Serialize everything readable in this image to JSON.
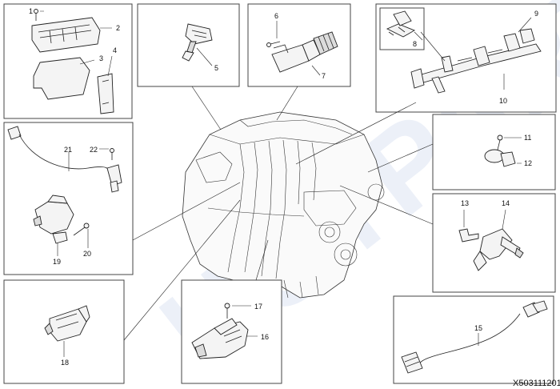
{
  "figure_id": "X503111201",
  "watermark": "HOTPARTS",
  "callouts": {
    "n1": "1",
    "n2": "2",
    "n3": "3",
    "n4": "4",
    "n5": "5",
    "n6": "6",
    "n7": "7",
    "n8": "8",
    "n9": "9",
    "n10": "10",
    "n11": "11",
    "n12": "12",
    "n13": "13",
    "n14": "14",
    "n15": "15",
    "n16": "16",
    "n17": "17",
    "n18": "18",
    "n19": "19",
    "n20": "20",
    "n21": "21",
    "n22": "22"
  }
}
